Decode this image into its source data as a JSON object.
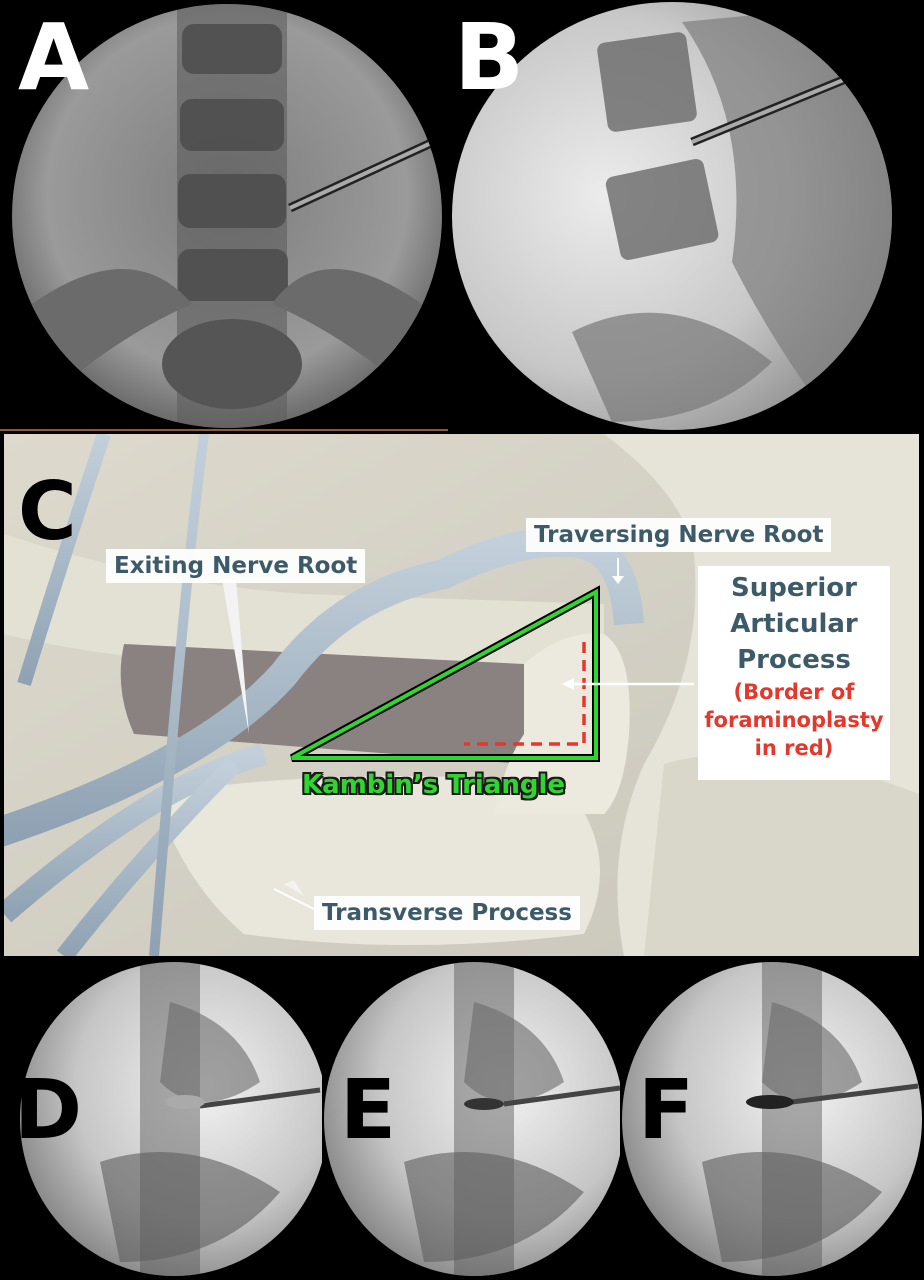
{
  "panels": {
    "a": {
      "letter": "A"
    },
    "b": {
      "letter": "B"
    },
    "c": {
      "letter": "C",
      "labels": {
        "exiting_nerve_root": "Exiting Nerve Root",
        "traversing_nerve_root": "Traversing Nerve Root",
        "superior_articular_process": [
          "Superior",
          "Articular",
          "Process"
        ],
        "foraminoplasty_note": [
          "(Border of",
          "foraminoplasty",
          "in red)"
        ],
        "kambins_triangle": "Kambin’s Triangle",
        "transverse_process": "Transverse Process"
      },
      "colors": {
        "triangle": "#2fd62f",
        "border_line": "#e5382c",
        "label_text": "#3c5a68",
        "nerve": "#a9b9c6"
      }
    },
    "d": {
      "letter": "D"
    },
    "e": {
      "letter": "E"
    },
    "f": {
      "letter": "F"
    }
  }
}
